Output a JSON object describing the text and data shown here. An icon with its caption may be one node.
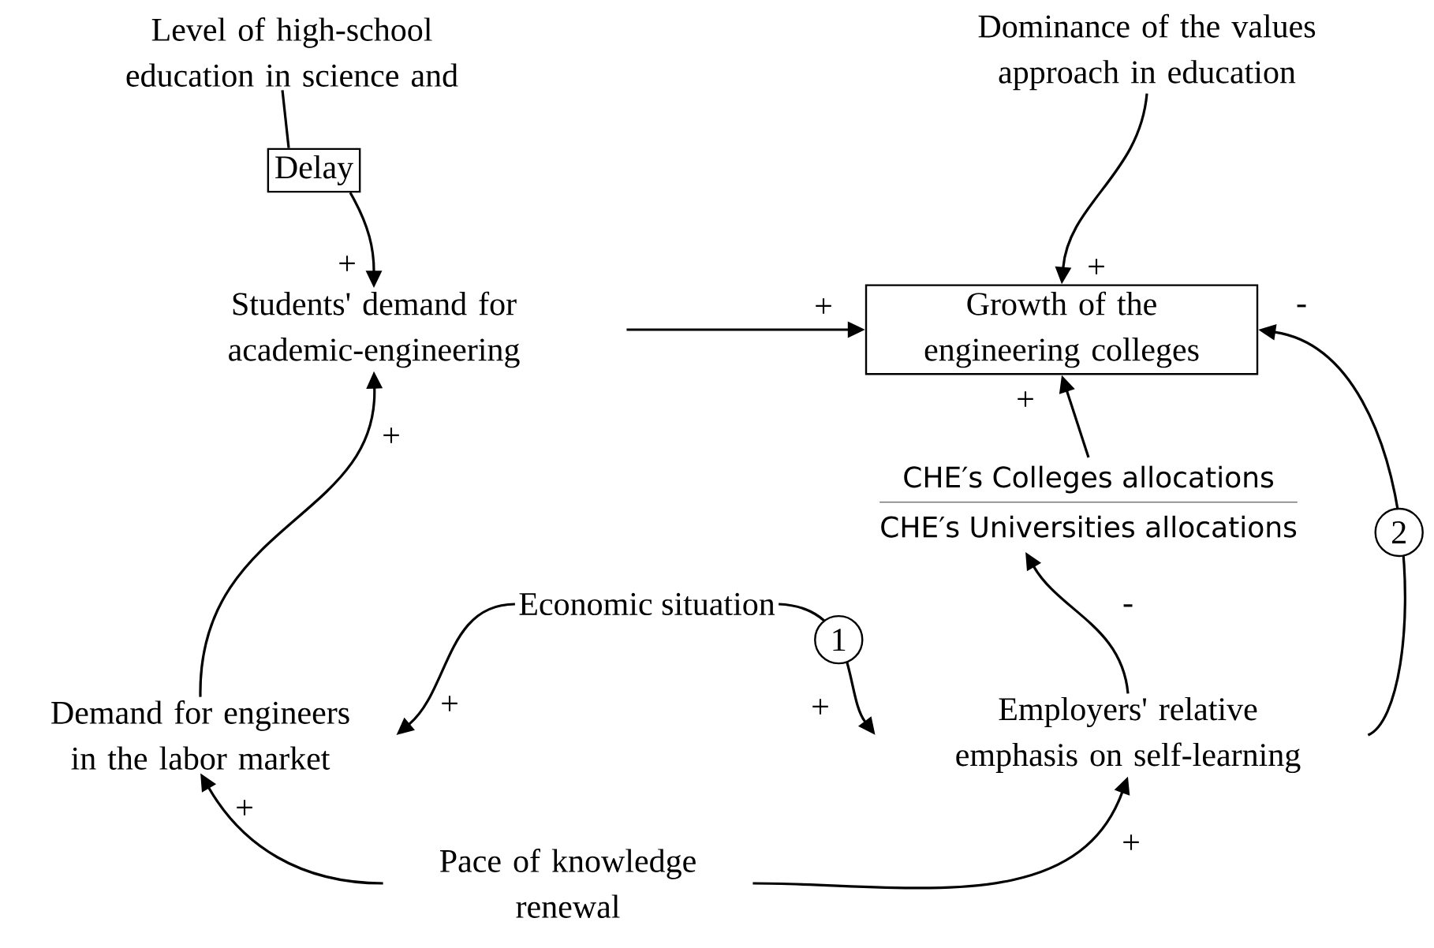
{
  "diagram": {
    "nodes": [
      {
        "text": [
          "Level of high-school education in science and"
        ]
      },
      {
        "text": [
          "Delay"
        ]
      },
      {
        "text": [
          "Students' demand for academic-engineering"
        ]
      },
      {
        "text": [
          "Dominance of the values approach in education"
        ]
      },
      {
        "text": [
          "Growth of the engineering colleges"
        ]
      },
      {
        "text": [
          "CHE′s Colleges allocations",
          "CHE′s Universities allocations"
        ]
      },
      {
        "text": [
          "Economic situation"
        ]
      },
      {
        "text": [
          "Demand for engineers in the labor market"
        ]
      },
      {
        "text": [
          "Employers' relative emphasis on self-learning"
        ]
      },
      {
        "text": [
          "Pace of knowledge renewal"
        ]
      }
    ],
    "edges": [
      {
        "from": 0,
        "to": 1,
        "arrow": "none"
      },
      {
        "from": 1,
        "to": 2,
        "arrow": "to"
      },
      {
        "from": 3,
        "to": 4,
        "arrow": "to"
      },
      {
        "from": 2,
        "to": 4,
        "arrow": "to"
      },
      {
        "from": 8,
        "to": 4,
        "arrow": "to",
        "label": "2"
      },
      {
        "from": 5,
        "to": 4,
        "arrow": "to"
      },
      {
        "from": 7,
        "to": 2,
        "arrow": "to"
      },
      {
        "from": 8,
        "to": 5,
        "arrow": "to"
      },
      {
        "from": 6,
        "to": 7,
        "arrow": "to"
      },
      {
        "from": 6,
        "to": 8,
        "arrow": "to",
        "label": "1"
      },
      {
        "from": 9,
        "to": 7,
        "arrow": "to"
      },
      {
        "from": 9,
        "to": 8,
        "arrow": "to"
      }
    ],
    "labels": [
      "+",
      "+",
      "+",
      "-",
      "+",
      "+",
      "-",
      "+",
      "+",
      "+",
      "+"
    ]
  }
}
